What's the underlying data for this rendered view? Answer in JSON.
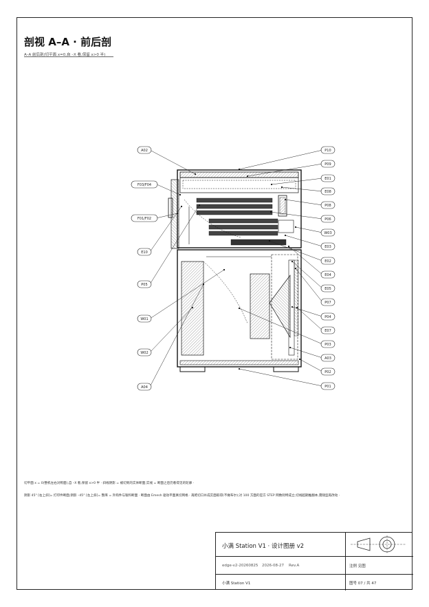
{
  "sheet": {
    "title": "剖视 A–A · 前后剖",
    "subtitle": "A–A 前后剖(切平面 x=0,自 –X 看,保留 x>0 半)",
    "note_1": "切平面 x = 0(整机左右对称面),自 –X 看,保留 x>0 半 · 斜线阴影 = 被切到的实体断面;实线 = 断面之后仍看得见的轮廓 ·",
    "note_2": "阴影 45° [右上斜]= 打印件断面;阴影 –45° [左上斜]= 整库 = 外购件与钣料断面 · 断面由 Emesh 驱动平面真切网格 · 再把切口补成实面取得(不做布尔);对 100 方面的官方 STEP 网数则特成立;切线超期推翻本,需随型再改动 ·"
  },
  "callouts_left": [
    "A02",
    "F03/F04",
    "F01/F02",
    "E10",
    "P05",
    "W01",
    "W02",
    "A04"
  ],
  "callouts_right": [
    "P10",
    "P09",
    "E01",
    "E08",
    "P08",
    "P06",
    "W03",
    "E03",
    "E02",
    "E04",
    "E05",
    "P07",
    "P04",
    "E07",
    "P03",
    "A03",
    "P02",
    "P01"
  ],
  "title_block": {
    "project_title": "小满 Station V1 · 设计图册 v2",
    "doc_id": "edge-v2-20260825",
    "date": "2026-08-27",
    "revision": "Rev.A",
    "projection_label": "注例 见图",
    "project_name": "小满 Station V1",
    "sheet_number": "图号 07 / 共 47"
  }
}
